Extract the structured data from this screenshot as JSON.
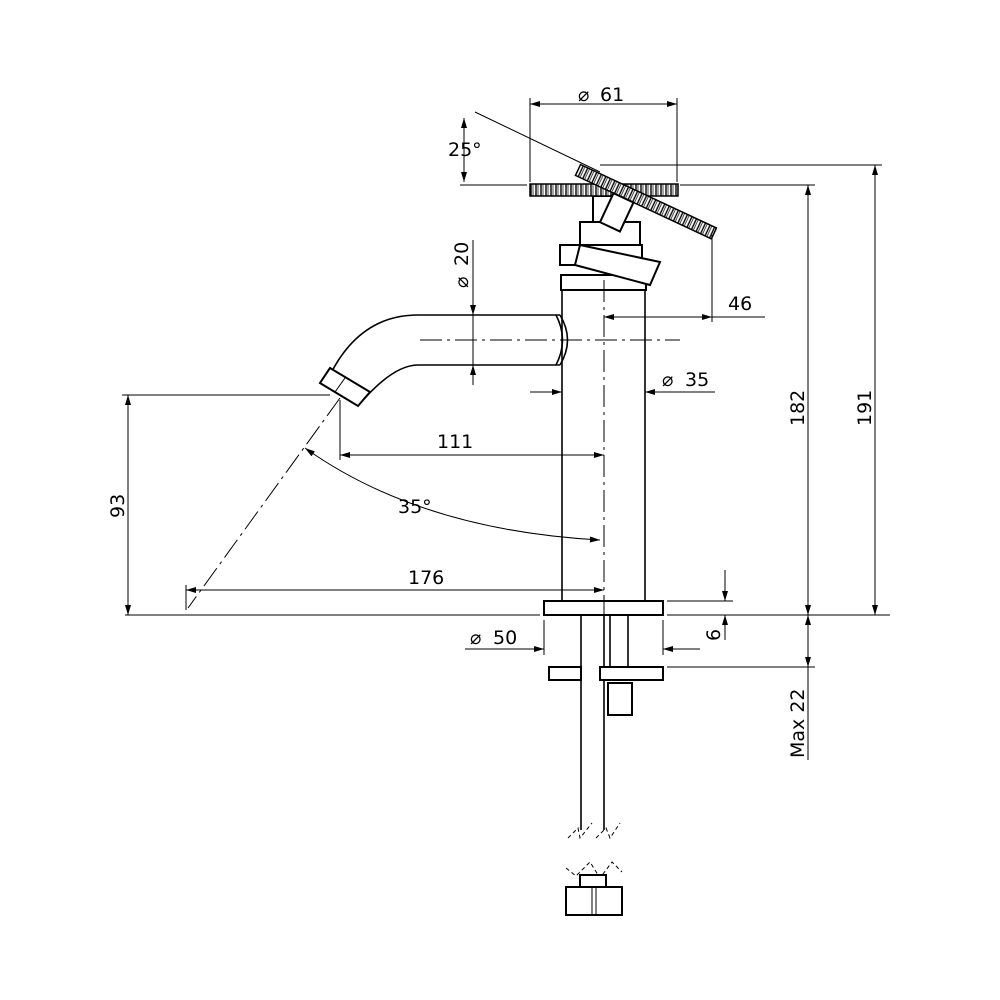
{
  "drawing": {
    "title": "Faucet side elevation technical drawing",
    "dimensions": {
      "handle_diameter": "61",
      "handle_angle": "25°",
      "spout_diameter": "20",
      "handle_offset": "46",
      "body_diameter": "35",
      "spout_reach": "111",
      "spray_angle": "35°",
      "spray_reach": "176",
      "spout_height": "93",
      "body_height": "182",
      "total_height": "191",
      "base_diameter": "50",
      "base_thickness": "6",
      "max_deck": "Max 22"
    },
    "diameter_symbol": "⌀"
  }
}
